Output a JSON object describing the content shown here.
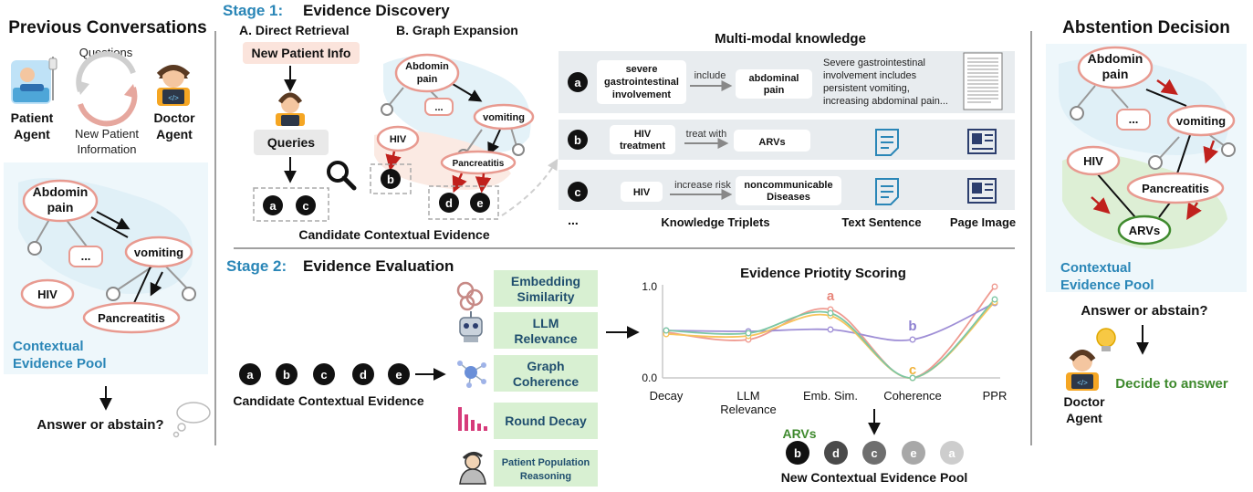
{
  "left": {
    "title": "Previous Conversations",
    "questions": "Questions",
    "new_info_1": "New Patient",
    "new_info_2": "Information",
    "patient_1": "Patient",
    "patient_2": "Agent",
    "doctor_1": "Doctor",
    "doctor_2": "Agent",
    "nodes": {
      "abdomin_1": "Abdomin",
      "abdomin_2": "pain",
      "vomiting": "vomiting",
      "dots": "...",
      "hiv": "HIV",
      "pancreatitis": "Pancreatitis"
    },
    "pool_1": "Contextual",
    "pool_2": "Evidence Pool",
    "question": "Answer or abstain?"
  },
  "stage1": {
    "label": "Stage 1:",
    "title": "Evidence Discovery",
    "direct": "A. Direct Retrieval",
    "expansion": "B. Graph Expansion",
    "new_patient": "New Patient Info",
    "queries": "Queries",
    "candidates_label": "Candidate Contextual Evidence",
    "graph": {
      "abdomin_1": "Abdomin",
      "abdomin_2": "pain",
      "dots": "...",
      "vomiting": "vomiting",
      "hiv": "HIV",
      "pancreatitis": "Pancreatitis"
    },
    "mm_title": "Multi-modal knowledge",
    "rows": [
      {
        "letter": "a",
        "head": [
          "severe",
          "gastrointestinal",
          "involvement"
        ],
        "rel": "include",
        "tail": [
          "abdominal",
          "pain"
        ],
        "text": [
          "Severe gastrointestinal",
          "involvement includes",
          "persistent vomiting,",
          "increasing abdominal pain..."
        ]
      },
      {
        "letter": "b",
        "head": [
          "HIV",
          "treatment"
        ],
        "rel": "treat with",
        "tail": [
          "ARVs"
        ]
      },
      {
        "letter": "c",
        "head": [
          "HIV"
        ],
        "rel": "increase risk",
        "tail": [
          "noncommunicable",
          "Diseases"
        ]
      }
    ],
    "more": "...",
    "col_triplets": "Knowledge Triplets",
    "col_text": "Text  Sentence",
    "col_image": "Page Image",
    "text_icon": "document-text-icon",
    "image_icon": "page-image-icon"
  },
  "stage2": {
    "label": "Stage 2:",
    "title": "Evidence Evaluation",
    "candidates": [
      "a",
      "b",
      "c",
      "d",
      "e"
    ],
    "candidates_label": "Candidate Contextual Evidence",
    "scores": [
      {
        "label": [
          "Embedding",
          "Similarity"
        ],
        "icon": "overlap-circles-icon"
      },
      {
        "label": [
          "LLM",
          "Relevance"
        ],
        "icon": "robot-icon"
      },
      {
        "label": [
          "Graph",
          "Coherence"
        ],
        "icon": "graph-nodes-icon"
      },
      {
        "label": [
          "Round Decay"
        ],
        "icon": "decay-bars-icon"
      },
      {
        "label": [
          "Patient Population",
          "Reasoning"
        ],
        "icon": "population-person-icon"
      }
    ],
    "new_pool_title": "ARVs",
    "new_pool_items": [
      "b",
      "d",
      "c",
      "e",
      "a"
    ],
    "new_pool_label": "New Contextual Evidence Pool"
  },
  "chart_data": {
    "type": "line",
    "title": "Evidence Priotity Scoring",
    "categories": [
      "Decay",
      "LLM Relevance",
      "Emb. Sim.",
      "Coherence",
      "PPR"
    ],
    "ylim": [
      0,
      1
    ],
    "yticks": [
      "0.0",
      "1.0"
    ],
    "grid": false,
    "series": [
      {
        "name": "a",
        "values": [
          0.5,
          0.42,
          0.75,
          0.0,
          1.0
        ],
        "color": "#ef9a90"
      },
      {
        "name": "b",
        "values": [
          0.52,
          0.51,
          0.53,
          0.42,
          0.82
        ],
        "color": "#9f8fd6"
      },
      {
        "name": "c",
        "values": [
          0.48,
          0.46,
          0.68,
          0.0,
          0.83
        ],
        "color": "#f7c45c"
      },
      {
        "name": "",
        "values": [
          0.52,
          0.49,
          0.71,
          0.0,
          0.86
        ],
        "color": "#7cc7a4"
      }
    ],
    "annotations": [
      {
        "text": "a",
        "color": "#e8877c"
      },
      {
        "text": "b",
        "color": "#8c7fd0"
      },
      {
        "text": "c",
        "color": "#f0b23a"
      }
    ]
  },
  "right": {
    "title": "Abstention Decision",
    "nodes": {
      "abdomin_1": "Abdomin",
      "abdomin_2": "pain",
      "dots": "...",
      "vomiting": "vomiting",
      "hiv": "HIV",
      "pancreatitis": "Pancreatitis",
      "arvs": "ARVs"
    },
    "pool_1": "Contextual",
    "pool_2": "Evidence Pool",
    "question": "Answer or abstain?",
    "doctor_1": "Doctor",
    "doctor_2": "Agent",
    "decision": "Decide to answer"
  },
  "colors": {
    "accent": "#2a86b7",
    "node_border": "#e89a90",
    "green_text": "#3f8a2e",
    "score_box": "#d8f0d2",
    "dark": "#111111"
  }
}
